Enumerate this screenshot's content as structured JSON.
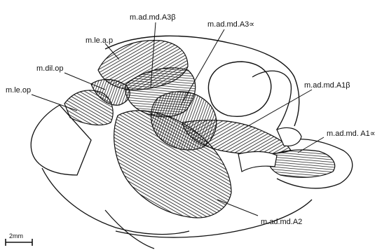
{
  "labels": {
    "le_ap": "m.le.a.p",
    "ad_md_a3_beta": "m.ad.md.A3β",
    "ad_md_a3_alpha": "m.ad.md.A3∝",
    "dil_op": "m.dil.op",
    "le_op": "m.le.op",
    "ad_md_a1_beta": "m.ad.md.A1β",
    "ad_md_a1_alpha": "m.ad.md. A1∝",
    "ad_md_a2": "m.ad.md.A2"
  },
  "scale_bar": {
    "label": "2mm"
  }
}
